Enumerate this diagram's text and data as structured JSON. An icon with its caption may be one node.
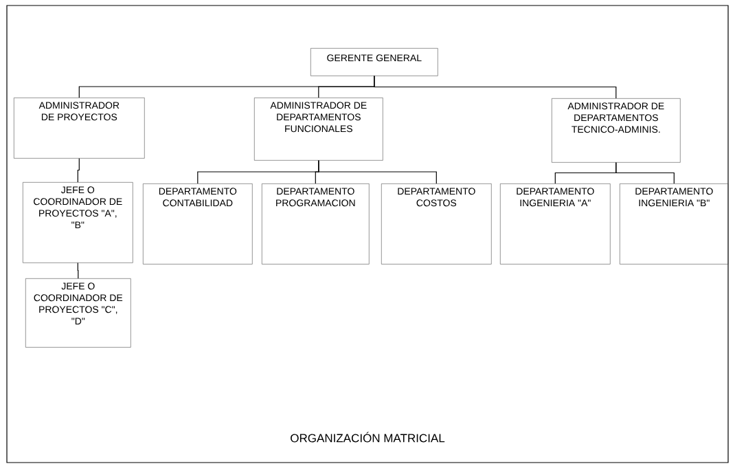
{
  "diagram": {
    "caption": "ORGANIZACIÓN MATRICIAL",
    "nodes": [
      {
        "text": [
          "GERENTE GENERAL"
        ]
      },
      {
        "text": [
          "ADMINISTRADOR DE PROYECTOS"
        ]
      },
      {
        "text": [
          "ADMINISTRADOR DE DEPARTAMENTOS FUNCIONALES"
        ]
      },
      {
        "text": [
          "ADMINISTRADOR DE DEPARTAMENTOS TECNICO-ADMINIS."
        ]
      },
      {
        "text": [
          "JEFE O COORDINADOR DE PROYECTOS \"A\", \"B\""
        ]
      },
      {
        "text": [
          "DEPARTAMENTO CONTABILIDAD"
        ]
      },
      {
        "text": [
          "DEPARTAMENTO PROGRAMACION"
        ]
      },
      {
        "text": [
          "DEPARTAMENTO COSTOS"
        ]
      },
      {
        "text": [
          "DEPARTAMENTO INGENIERIA \"A\""
        ]
      },
      {
        "text": [
          "DEPARTAMENTO INGENIERIA \"B\""
        ]
      },
      {
        "text": [
          "JEFE O COORDINADOR DE PROYECTOS \"C\", \"D\""
        ]
      }
    ],
    "edges": [
      {
        "from": 0,
        "to": 1,
        "arrow": "none"
      },
      {
        "from": 0,
        "to": 2,
        "arrow": "none"
      },
      {
        "from": 0,
        "to": 3,
        "arrow": "none"
      },
      {
        "from": 1,
        "to": 4,
        "arrow": "none"
      },
      {
        "from": 4,
        "to": 10,
        "arrow": "none"
      },
      {
        "from": 2,
        "to": 5,
        "arrow": "none"
      },
      {
        "from": 2,
        "to": 6,
        "arrow": "none"
      },
      {
        "from": 2,
        "to": 7,
        "arrow": "none"
      },
      {
        "from": 3,
        "to": 8,
        "arrow": "none"
      },
      {
        "from": 3,
        "to": 9,
        "arrow": "none"
      }
    ]
  }
}
